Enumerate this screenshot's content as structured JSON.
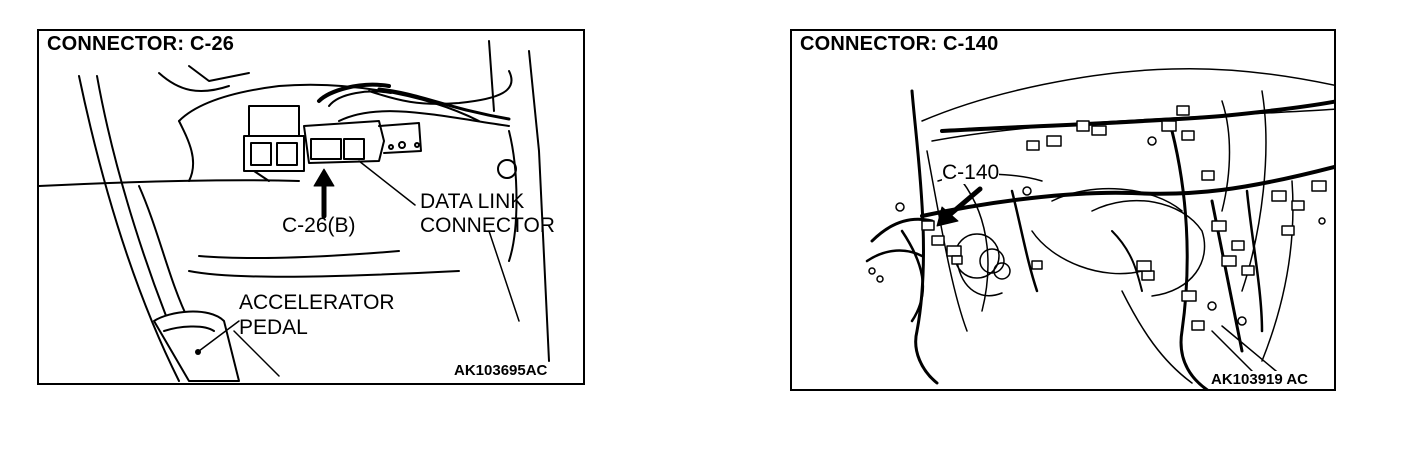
{
  "left_panel": {
    "title": "CONNECTOR: C-26",
    "labels": {
      "connector": "C-26(B)",
      "data_link_line1": "DATA  LINK",
      "data_link_line2": "CONNECTOR",
      "pedal_line1": "ACCELERATOR",
      "pedal_line2": "PEDAL"
    },
    "code": "AK103695AC"
  },
  "right_panel": {
    "title": "CONNECTOR: C-140",
    "labels": {
      "connector": "C-140"
    },
    "code": "AK103919 AC"
  }
}
